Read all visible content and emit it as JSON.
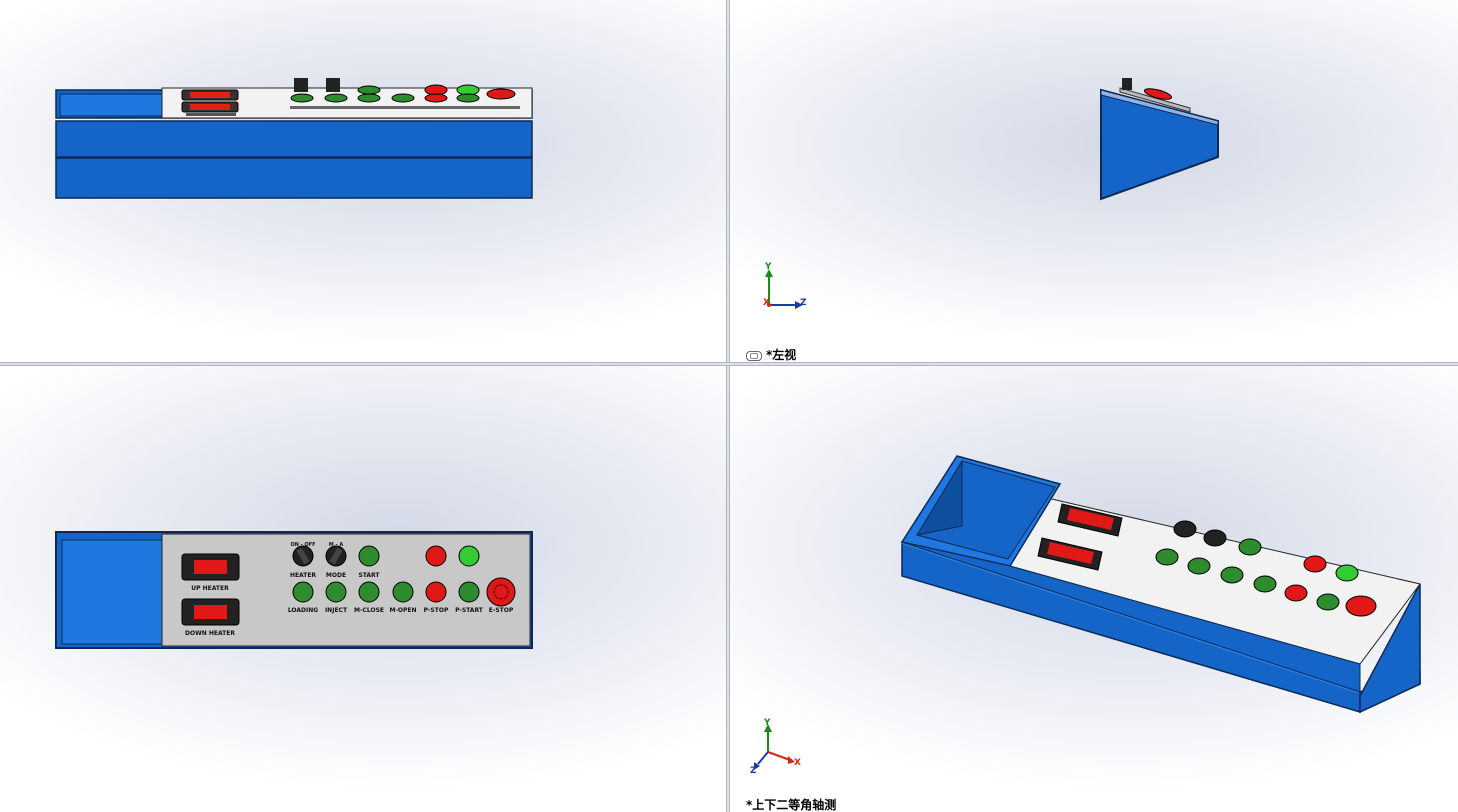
{
  "views": {
    "left_view_label": "*左视",
    "iso_view_label": "*上下二等角轴测"
  },
  "panel": {
    "meters": [
      "UP HEATER",
      "DOWN HEATER"
    ],
    "row1": [
      "HEATER",
      "MODE",
      "START"
    ],
    "selector_marks": [
      "ON - OFF",
      "M - A"
    ],
    "row2": [
      "LOADING",
      "INJECT",
      "M-CLOSE",
      "M-OPEN",
      "P-STOP",
      "P-START",
      "E-STOP"
    ]
  },
  "axes": {
    "left": [
      "Y",
      "Z",
      "X"
    ],
    "iso": [
      "Y",
      "X",
      "Z"
    ]
  },
  "colors": {
    "body_blue": "#1565c8",
    "panel_grey": "#c8c8c8",
    "panel_white": "#f2f2f2",
    "button_green": "#2e8b2e",
    "button_red": "#e01818",
    "button_light_green": "#33cc33"
  }
}
